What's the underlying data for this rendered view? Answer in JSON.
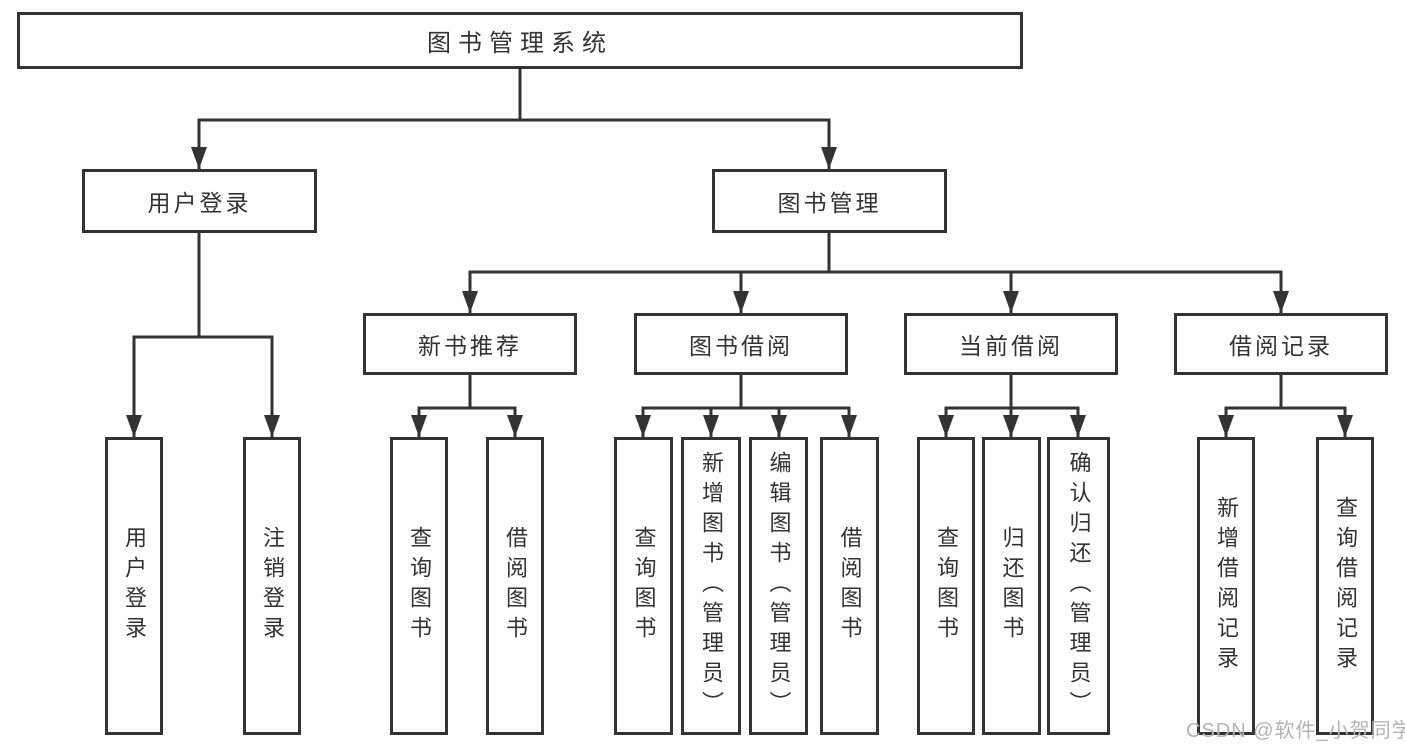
{
  "colors": {
    "line": "#333333",
    "box_border": "#333333",
    "box_fill": "#ffffff",
    "text": "#333333",
    "background": "#ffffff",
    "watermark": "#b3b3b3"
  },
  "diagram": {
    "type": "hierarchy-tree",
    "root": {
      "label": "图书管理系统"
    },
    "login_branch": {
      "label": "用户登录",
      "children": [
        {
          "label": "用户登录"
        },
        {
          "label": "注销登录"
        }
      ]
    },
    "mgmt_branch": {
      "label": "图书管理",
      "sections": [
        {
          "label": "新书推荐",
          "children": [
            {
              "label": "查询图书"
            },
            {
              "label": "借阅图书"
            }
          ]
        },
        {
          "label": "图书借阅",
          "children": [
            {
              "label": "查询图书"
            },
            {
              "label": "新增图书（管理员）"
            },
            {
              "label": "编辑图书（管理员）"
            },
            {
              "label": "借阅图书"
            }
          ]
        },
        {
          "label": "当前借阅",
          "children": [
            {
              "label": "查询图书"
            },
            {
              "label": "归还图书"
            },
            {
              "label": "确认归还（管理员）"
            }
          ]
        },
        {
          "label": "借阅记录",
          "children": [
            {
              "label": "新增借阅记录"
            },
            {
              "label": "查询借阅记录"
            }
          ]
        }
      ]
    }
  },
  "watermark": {
    "text": "CSDN @软件_小贺同学"
  }
}
